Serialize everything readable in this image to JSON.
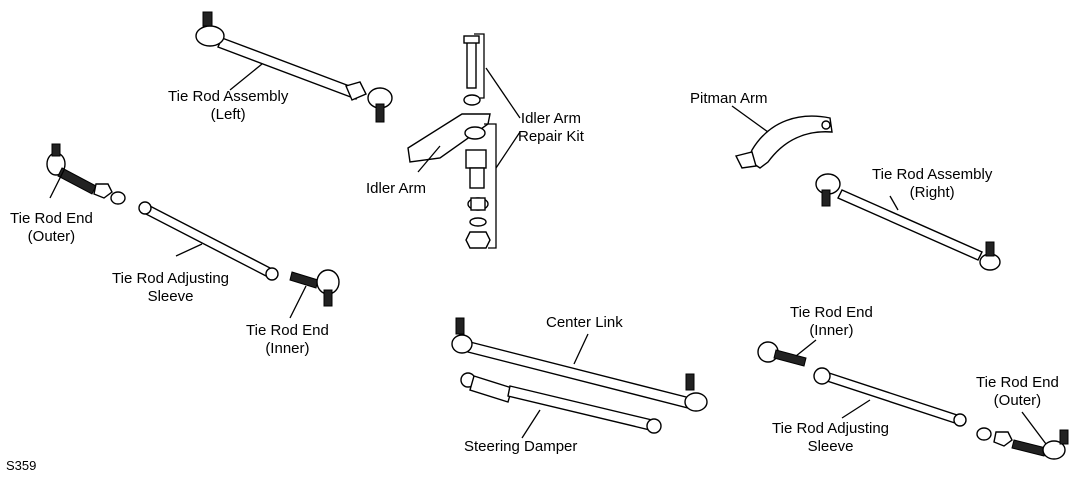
{
  "labels": {
    "tie_rod_assembly_left": [
      "Tie Rod Assembly",
      "(Left)"
    ],
    "idler_arm_repair_kit": [
      "Idler Arm",
      "Repair Kit"
    ],
    "idler_arm": "Idler Arm",
    "pitman_arm": "Pitman Arm",
    "tie_rod_assembly_right": [
      "Tie Rod Assembly",
      "(Right)"
    ],
    "tie_rod_end_outer_left": [
      "Tie Rod End",
      "(Outer)"
    ],
    "tie_rod_adjusting_sleeve_left": [
      "Tie Rod Adjusting",
      "Sleeve"
    ],
    "tie_rod_end_inner_left": [
      "Tie Rod End",
      "(Inner)"
    ],
    "center_link": "Center Link",
    "steering_damper": "Steering Damper",
    "tie_rod_end_inner_right": [
      "Tie Rod End",
      "(Inner)"
    ],
    "tie_rod_adjusting_sleeve_right": [
      "Tie Rod Adjusting",
      "Sleeve"
    ],
    "tie_rod_end_outer_right": [
      "Tie Rod End",
      "(Outer)"
    ]
  },
  "figure_code": "S359"
}
